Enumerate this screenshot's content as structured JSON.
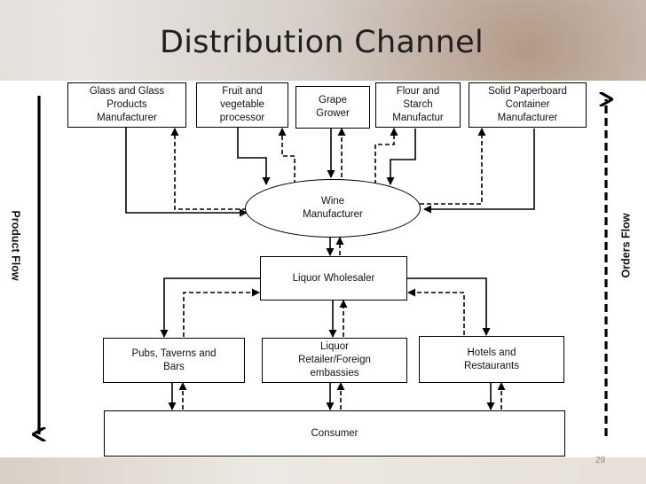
{
  "slide": {
    "title": "Distribution Channel",
    "page_number": "29"
  },
  "diagram": {
    "suppliers": [
      {
        "label": "Glass and Glass\nProducts\nManufacturer"
      },
      {
        "label": "Fruit and\nvegetable\nprocessor"
      },
      {
        "label": "Grape\nGrower"
      },
      {
        "label": "Flour and\nStarch\nManufactur"
      },
      {
        "label": "Solid Paperboard\nContainer\nManufacturer"
      }
    ],
    "wine_manufacturer": "Wine\nManufacturer",
    "wholesaler": "Liquor Wholesaler",
    "retailers": [
      {
        "label": "Pubs, Taverns and\nBars"
      },
      {
        "label": "Liquor\nRetailer/Foreign\nembassies"
      },
      {
        "label": "Hotels and\nRestaurants"
      }
    ],
    "consumer": "Consumer",
    "product_flow_label": "Product Flow",
    "orders_flow_label": "Orders Flow"
  }
}
